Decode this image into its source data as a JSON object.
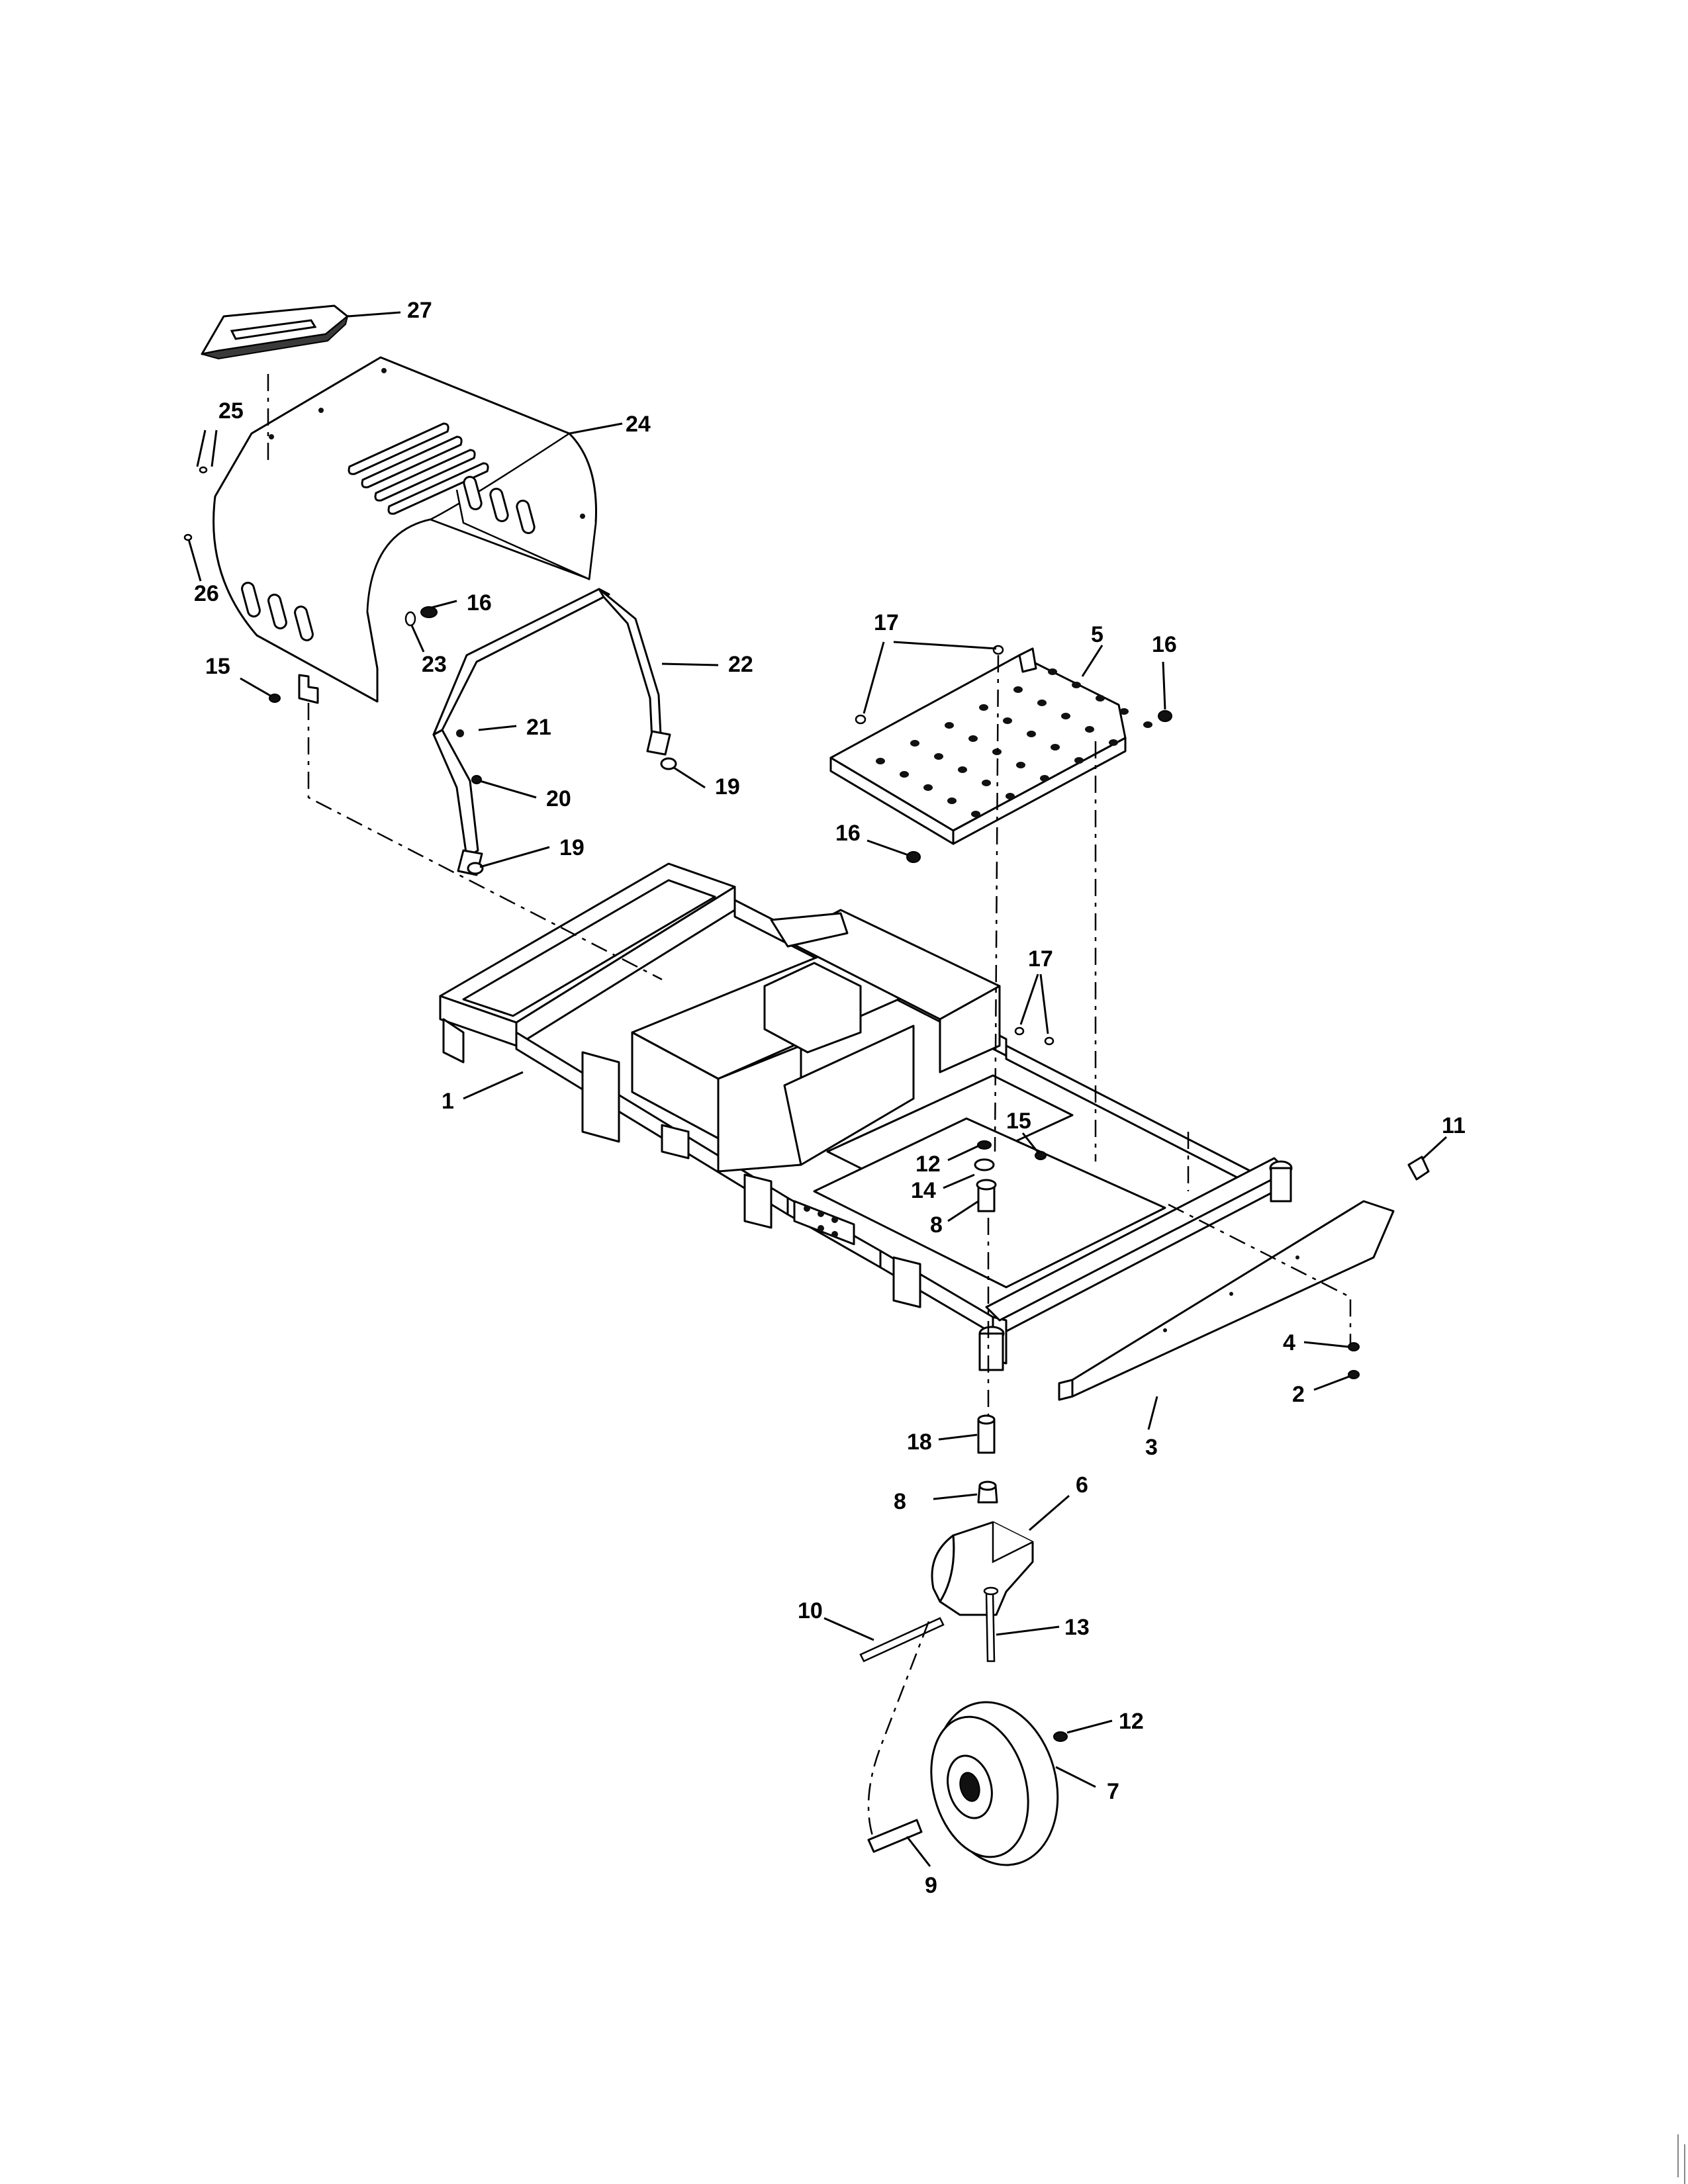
{
  "diagram": {
    "callouts": [
      "27",
      "25",
      "24",
      "26",
      "16",
      "23",
      "15",
      "22",
      "21",
      "20",
      "19",
      "19",
      "17",
      "5",
      "16",
      "16",
      "17",
      "1",
      "11",
      "15",
      "12",
      "14",
      "8",
      "4",
      "2",
      "3",
      "18",
      "8",
      "6",
      "10",
      "13",
      "12",
      "7",
      "9"
    ]
  }
}
